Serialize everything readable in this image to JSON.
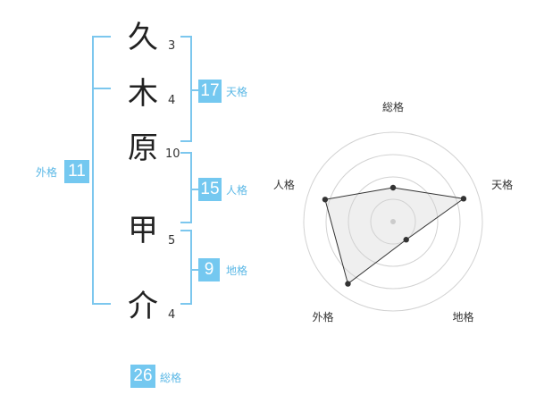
{
  "name": {
    "chars": [
      {
        "char": "久",
        "strokes": "3"
      },
      {
        "char": "木",
        "strokes": "4"
      },
      {
        "char": "原",
        "strokes": "10"
      },
      {
        "char": "甲",
        "strokes": "5"
      },
      {
        "char": "介",
        "strokes": "4"
      }
    ]
  },
  "kakusu": {
    "tenkaku": {
      "value": "17",
      "label": "天格"
    },
    "jinkaku": {
      "value": "15",
      "label": "人格"
    },
    "chikaku": {
      "value": "9",
      "label": "地格"
    },
    "gaikaku": {
      "value": "11",
      "label": "外格"
    },
    "soukaku": {
      "value": "26",
      "label": "総格"
    }
  },
  "colors": {
    "accent": "#74c8f0",
    "label": "#5bb8e6",
    "bracket": "#7cc7ee"
  },
  "chart_data": {
    "type": "radar",
    "axes": [
      "総格",
      "天格",
      "地格",
      "外格",
      "人格"
    ],
    "values": [
      0.38,
      0.83,
      0.25,
      0.86,
      0.8
    ],
    "rmax": 1,
    "rings": 4,
    "grid": true
  }
}
